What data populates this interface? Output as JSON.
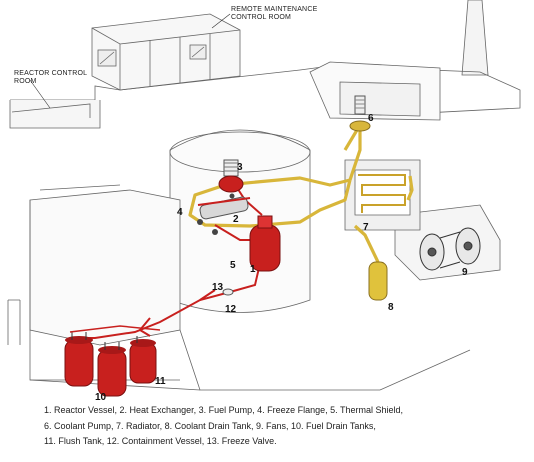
{
  "labels": {
    "remote_maintenance_line1": "REMOTE MAINTENANCE",
    "remote_maintenance_line2": "CONTROL ROOM",
    "reactor_control_line1": "REACTOR CONTROL",
    "reactor_control_line2": "ROOM"
  },
  "numbers": {
    "n1": "1",
    "n2": "2",
    "n3": "3",
    "n4": "4",
    "n5": "5",
    "n6": "6",
    "n7": "7",
    "n8": "8",
    "n9": "9",
    "n10": "10",
    "n11": "11",
    "n12": "12",
    "n13": "13"
  },
  "caption": {
    "line1": "1.  Reactor Vessel,  2.  Heat Exchanger,  3.  Fuel Pump,  4.  Freeze Flange,  5.  Thermal Shield,",
    "line2": "6.  Coolant Pump,  7.  Radiator,  8.  Coolant Drain Tank,  9.  Fans,  10.  Fuel Drain Tanks,",
    "line3": "11.  Flush Tank,  12.  Containment Vessel,  13.  Freeze Valve."
  },
  "colors": {
    "fuel_salt": "#c8201e",
    "coolant": "#d8b63a",
    "structure_line": "#555555"
  }
}
